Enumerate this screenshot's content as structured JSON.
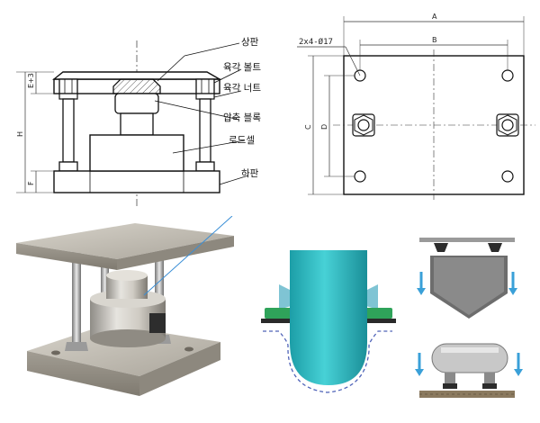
{
  "section_view": {
    "callouts": {
      "top_plate": "상판",
      "hex_bolt": "육각 볼트",
      "hex_nut": "육각 너트",
      "compression_block": "압축 블록",
      "load_cell": "로드셀",
      "bottom_plate": "하판"
    },
    "dims": {
      "top_thickness": "E+3",
      "total_height": "H",
      "bottom_thickness": "F"
    }
  },
  "top_view": {
    "hole_spec": "2x4-Ø17",
    "dims": {
      "a": "A",
      "b": "B",
      "c": "C",
      "d": "D"
    }
  },
  "colors": {
    "line": "#1a1a1a",
    "hatch": "#555555",
    "plate_metal": "#b9b5ad",
    "cell_teal": "#2bbfc6",
    "bracket_blue": "#7fc4d4",
    "support_green": "#2fa35a",
    "arrow_blue": "#3aa0d8",
    "tank_grey": "#c8c8c8"
  }
}
